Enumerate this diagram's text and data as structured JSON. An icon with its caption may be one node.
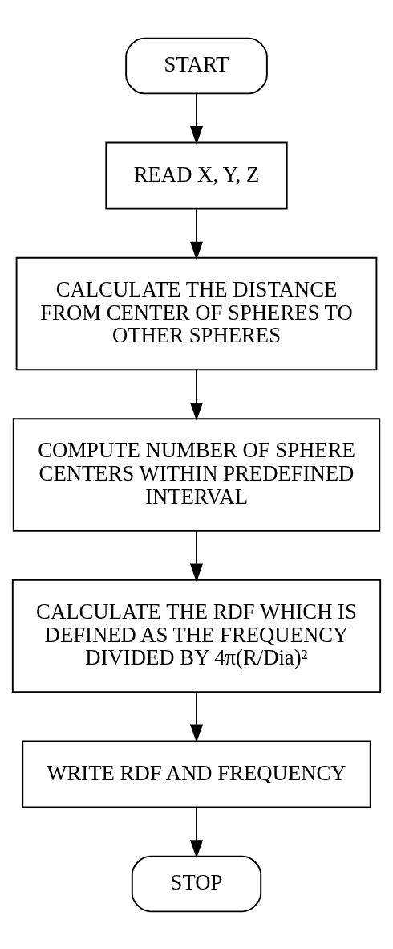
{
  "diagram": {
    "nodes": [
      {
        "text": [
          "START"
        ]
      },
      {
        "text": [
          "READ X, Y, Z"
        ]
      },
      {
        "text": [
          "CALCULATE THE DISTANCE FROM CENTER OF SPHERES TO OTHER SPHERES"
        ]
      },
      {
        "text": [
          "COMPUTE NUMBER OF SPHERE CENTERS WITHIN PREDEFINED INTERVAL"
        ]
      },
      {
        "text": [
          "CALCULATE THE RDF WHICH IS DEFINED AS THE FREQUENCY DIVIDED BY 4π(R/Dia)²"
        ]
      },
      {
        "text": [
          "WRITE RDF AND FREQUENCY"
        ]
      },
      {
        "text": [
          "STOP"
        ]
      }
    ],
    "edges": [
      {
        "from": 0,
        "to": 1,
        "arrow": "to"
      },
      {
        "from": 1,
        "to": 2,
        "arrow": "to"
      },
      {
        "from": 2,
        "to": 3,
        "arrow": "to"
      },
      {
        "from": 3,
        "to": 4,
        "arrow": "to"
      },
      {
        "from": 4,
        "to": 5,
        "arrow": "to"
      },
      {
        "from": 5,
        "to": 6,
        "arrow": "to"
      }
    ]
  }
}
